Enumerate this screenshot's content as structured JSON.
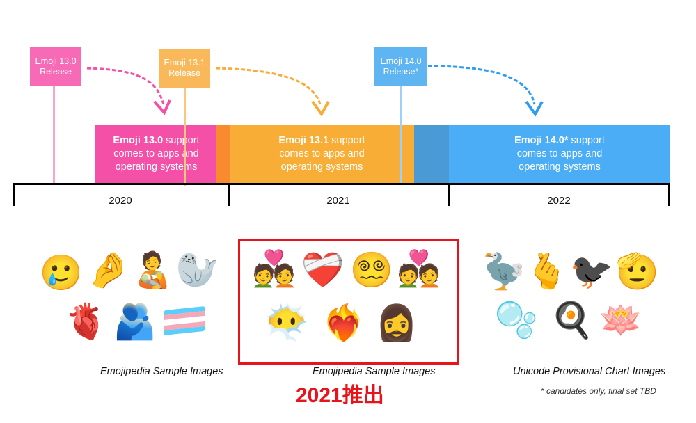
{
  "releases": [
    {
      "label": "Emoji 13.0\nRelease",
      "color": "#f76bb6"
    },
    {
      "label": "Emoji 13.1\nRelease",
      "color": "#f9b859"
    },
    {
      "label": "Emoji 14.0\nRelease*",
      "color": "#5fb4f2"
    }
  ],
  "support": [
    {
      "bold": "Emoji 13.0",
      "rest": " support",
      "line2": "comes to apps and",
      "line3": "operating systems",
      "color": "#f550a8"
    },
    {
      "bold": "Emoji 13.1",
      "rest": " support",
      "line2": "comes to apps and",
      "line3": "operating systems",
      "color": "#f7ad36"
    },
    {
      "bold": "Emoji 14.0*",
      "rest": " support",
      "line2": "comes to apps and",
      "line3": "operating systems",
      "color": "#4aadf5"
    }
  ],
  "years": [
    "2020",
    "2021",
    "2022"
  ],
  "emoji_groups": {
    "group_2020": [
      "🥲",
      "🤌",
      "🧑‍🍼",
      "🦭",
      "🫀",
      "🫂"
    ],
    "group_2021": [
      "💑",
      "❤️‍🩹",
      "😵‍💫",
      "💑",
      "😶‍🌫️",
      "❤️‍🔥",
      "🧔‍♀️"
    ],
    "group_2022": [
      "🦤",
      "🫰",
      "🐦‍⬛",
      "🫡",
      "🫧",
      "🍳",
      "🪷"
    ]
  },
  "flag_colors": [
    "#5bcefa",
    "#f5a9b8",
    "#ffffff",
    "#f5a9b8",
    "#5bcefa"
  ],
  "captions": {
    "left": "Emojipedia Sample Images",
    "middle": "Emojipedia Sample Images",
    "right": "Unicode Provisional Chart Images"
  },
  "footnote": "* candidates only, final set TBD",
  "highlight_label": "2021推出",
  "highlight_color": "#e8141b"
}
